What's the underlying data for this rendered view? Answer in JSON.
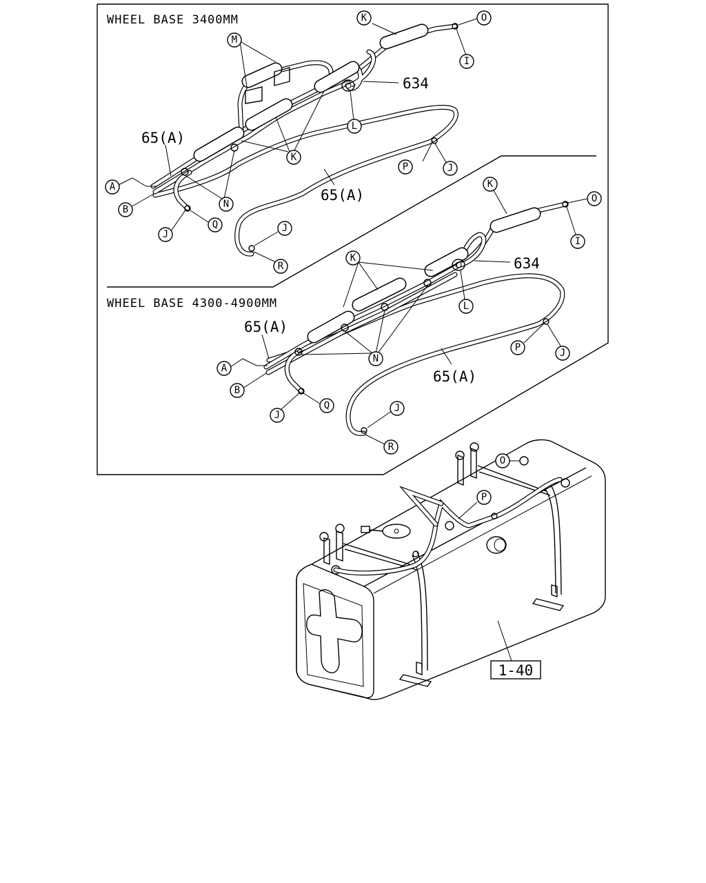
{
  "panel_top": {
    "title": "WHEEL BASE 3400MM",
    "labels": {
      "part_65a_left": "65(A)",
      "part_65a_center": "65(A)",
      "part_634": "634"
    },
    "callouts": {
      "K_top": "K",
      "O": "O",
      "I": "I",
      "M": "M",
      "L": "L",
      "K_center": "K",
      "P": "P",
      "J_right": "J",
      "A": "A",
      "B": "B",
      "N": "N",
      "J_left": "J",
      "Q": "Q",
      "J_bottom": "J",
      "R": "R"
    }
  },
  "panel_bottom": {
    "title": "WHEEL BASE 4300-4900MM",
    "labels": {
      "part_65a_left": "65(A)",
      "part_65a_center": "65(A)",
      "part_634": "634"
    },
    "callouts": {
      "K_top": "K",
      "O": "O",
      "I": "I",
      "K_left": "K",
      "L": "L",
      "N": "N",
      "A": "A",
      "B": "B",
      "P": "P",
      "J_right": "J",
      "J_left": "J",
      "Q": "Q",
      "J_bottom": "J",
      "R": "R"
    }
  },
  "tank": {
    "callouts": {
      "O": "O",
      "P": "P"
    },
    "reference": "1-40"
  }
}
